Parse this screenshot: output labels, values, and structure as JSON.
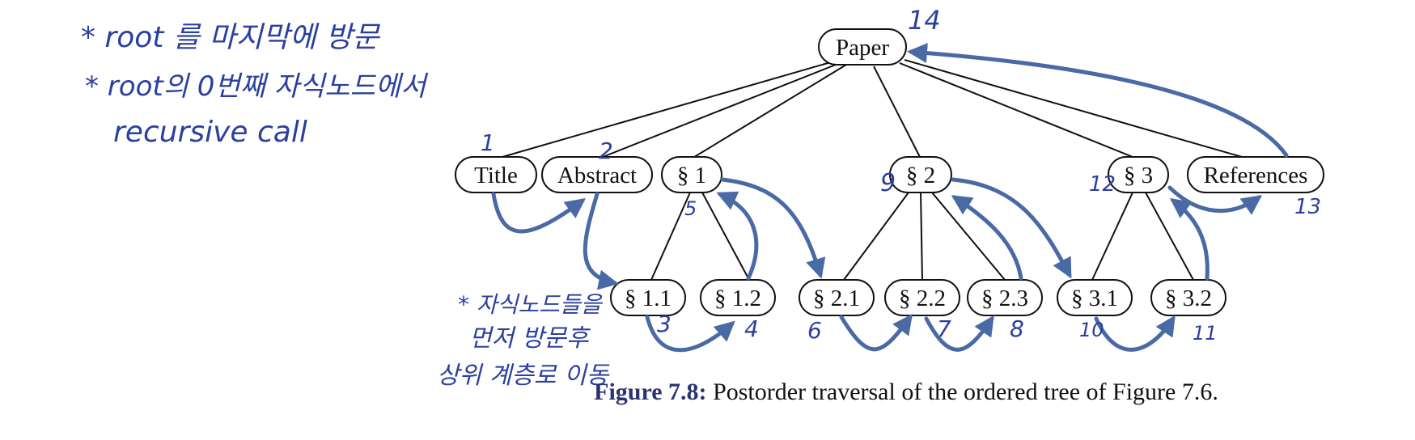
{
  "caption": {
    "label": "Figure 7.8:",
    "text": "Postorder traversal of the ordered tree of Figure 7.6."
  },
  "tree": {
    "root": "Paper",
    "children_level1": [
      "Title",
      "Abstract",
      "§ 1",
      "§ 2",
      "§ 3",
      "References"
    ],
    "sec1_children": [
      "§ 1.1",
      "§ 1.2"
    ],
    "sec2_children": [
      "§ 2.1",
      "§ 2.2",
      "§ 2.3"
    ],
    "sec3_children": [
      "§ 3.1",
      "§ 3.2"
    ]
  },
  "visit_order_marks": [
    "1",
    "2",
    "3",
    "4",
    "5",
    "6",
    "7",
    "8",
    "9",
    "10",
    "11",
    "12",
    "13",
    "14"
  ],
  "handwritten_notes": {
    "note1": "* root 를 마지막에 방문",
    "note2_line1": "* root의 0번째 자식노드에서",
    "note2_line2": "recursive call",
    "note3_line1": "* 자식노드들을",
    "note3_line2": "먼저 방문후",
    "note3_line3": "상위 계층로 이동"
  },
  "colors": {
    "ink": "#2b3f9e",
    "arrow": "#4a6aa6",
    "edge": "#111111"
  }
}
